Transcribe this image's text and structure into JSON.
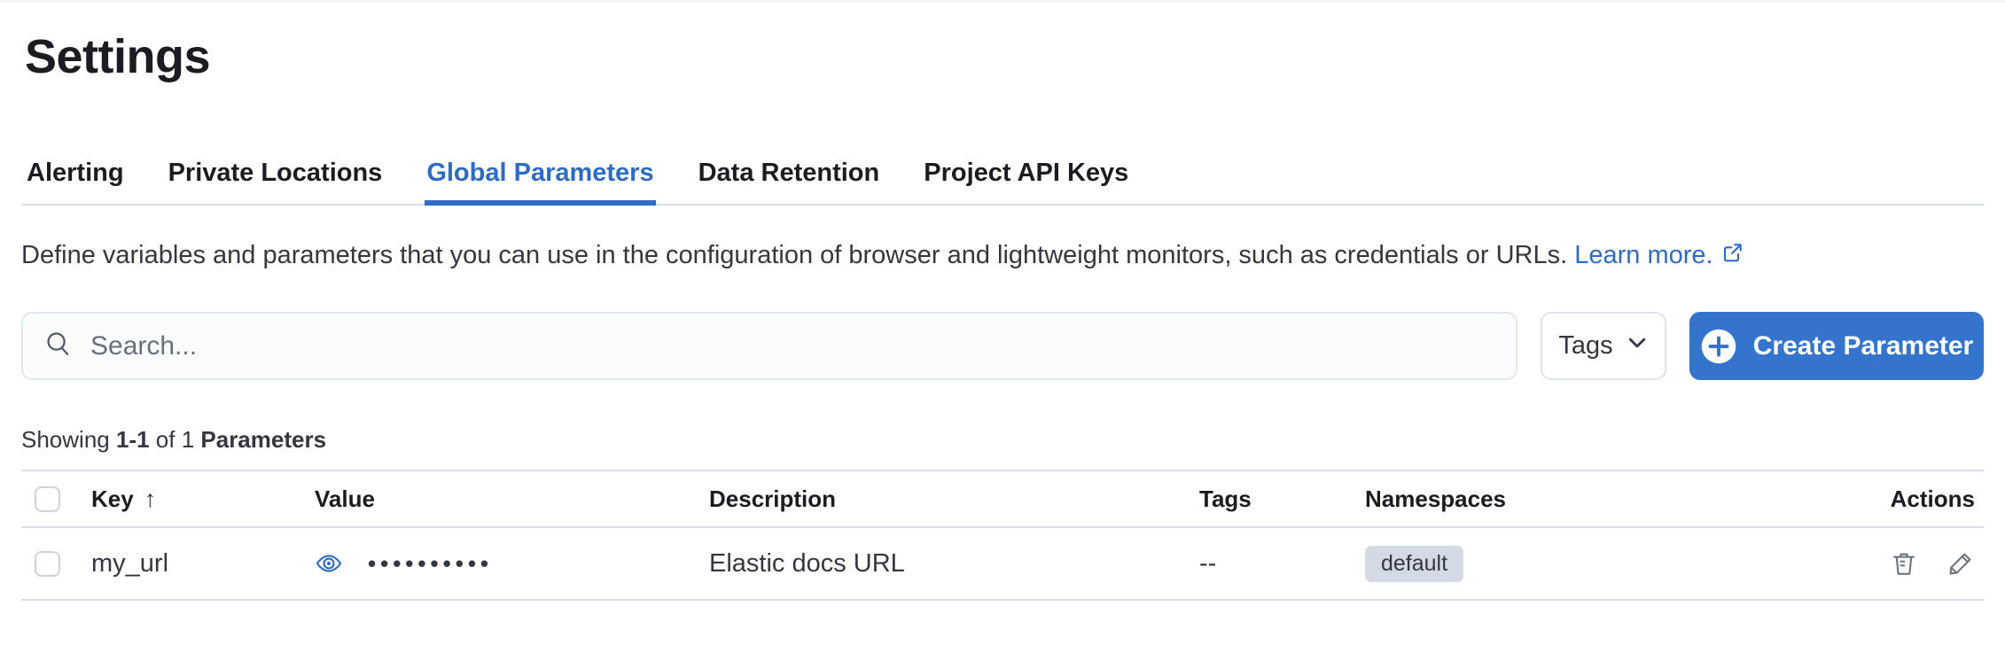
{
  "page": {
    "title": "Settings"
  },
  "tabs": [
    {
      "label": "Alerting",
      "selected": false
    },
    {
      "label": "Private Locations",
      "selected": false
    },
    {
      "label": "Global Parameters",
      "selected": true
    },
    {
      "label": "Data Retention",
      "selected": false
    },
    {
      "label": "Project API Keys",
      "selected": false
    }
  ],
  "description": {
    "text": "Define variables and parameters that you can use in the configuration of browser and lightweight monitors, such as credentials or URLs.",
    "link_label": "Learn more."
  },
  "toolbar": {
    "search_placeholder": "Search...",
    "tags_button_label": "Tags",
    "create_button_label": "Create Parameter"
  },
  "summary": {
    "showing": "Showing",
    "range": "1-1",
    "of": "of 1",
    "entity": "Parameters"
  },
  "table": {
    "columns": [
      "Key",
      "Value",
      "Description",
      "Tags",
      "Namespaces",
      "Actions"
    ],
    "sort": {
      "column": "Key",
      "direction": "ascending",
      "arrow": "↑"
    },
    "rows": [
      {
        "key": "my_url",
        "value_masked": "••••••••••",
        "description": "Elastic docs URL",
        "tags": "--",
        "namespace": "default"
      }
    ]
  },
  "colors": {
    "accent_blue": "#2e6cc3",
    "button_blue": "#3474cd",
    "badge_bg": "#d3dae6",
    "border_light": "#d9dfe9",
    "icon_gray": "#69707d"
  }
}
